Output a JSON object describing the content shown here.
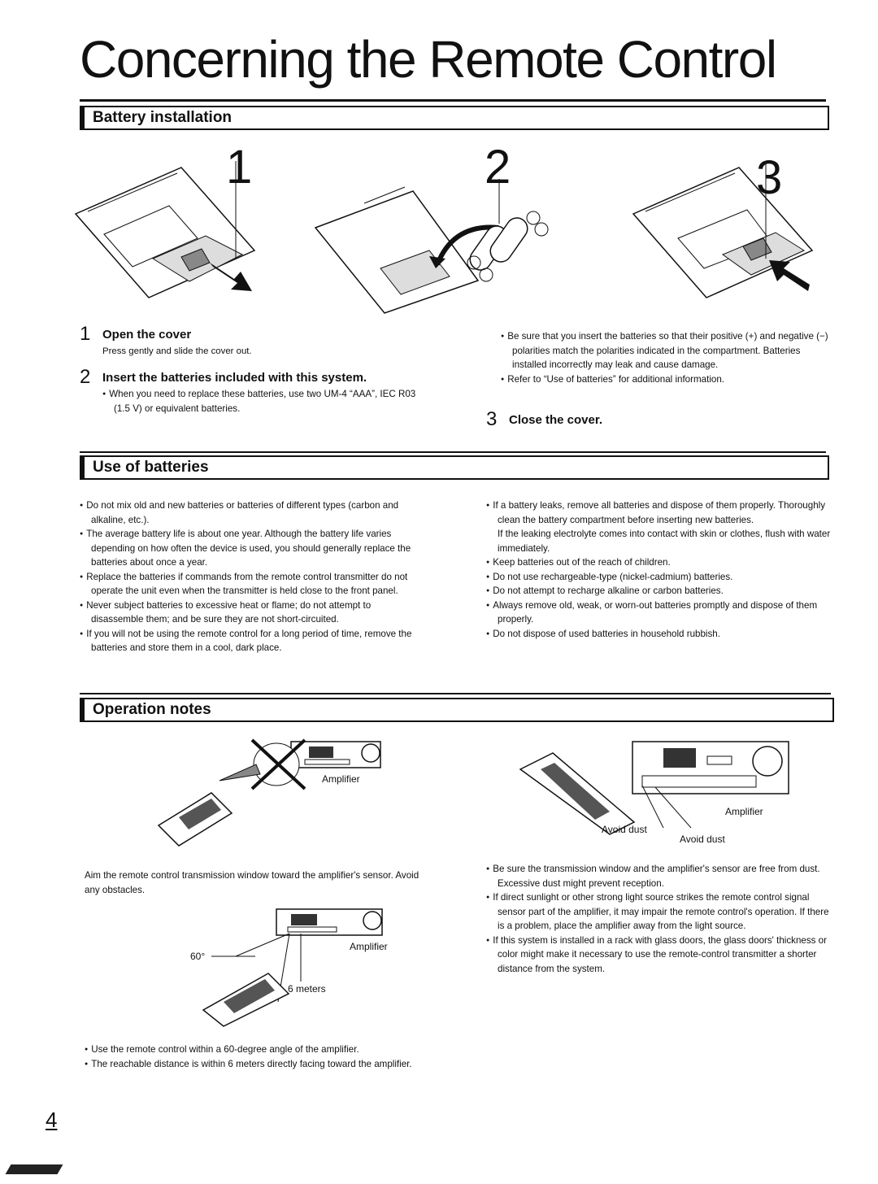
{
  "page": {
    "title": "Concerning the Remote Control",
    "page_number": "4"
  },
  "battery": {
    "heading": "Battery installation",
    "figure_numbers": [
      "1",
      "2",
      "3"
    ],
    "step1": {
      "num": "1",
      "title": "Open the cover",
      "text": "Press gently and slide the cover out."
    },
    "step2": {
      "num": "2",
      "title": "Insert the batteries included with this system.",
      "text": "When you need to replace these batteries, use two UM-4 “AAA”, IEC R03 (1.5 V) or equivalent batteries."
    },
    "step3": {
      "num": "3",
      "title": "Close the cover."
    },
    "notes": [
      "Be sure that you insert the batteries so that their positive (+) and negative (−) polarities match the polarities indicated in the compartment. Batteries installed incorrectly may leak and cause damage.",
      "Refer to “Use of batteries” for additional information."
    ]
  },
  "use_of_batteries": {
    "heading": "Use of batteries",
    "left": [
      "Do not mix old and new batteries or batteries of different types (carbon and alkaline, etc.).",
      "The average battery life is about one year. Although the battery life varies depending on how often the device is used, you should generally replace the batteries about once a year.",
      "Replace the batteries if commands from the remote control transmitter do not operate the unit even when the transmitter is held close to the front panel.",
      "Never subject batteries to excessive heat or flame; do not attempt to disassemble them; and be sure they are not short-circuited.",
      "If you will not be using the remote control for a long period of time, remove the batteries and store them in a cool, dark place."
    ],
    "right": [
      "If a battery leaks, remove all batteries and dispose of them properly. Thoroughly clean the battery compartment before inserting new batteries.",
      "If the leaking electrolyte comes into contact with skin or clothes, flush with water immediately.",
      "Keep batteries out of the reach of children.",
      "Do not use rechargeable-type (nickel-cadmium) batteries.",
      "Do not attempt to recharge alkaline or carbon batteries.",
      "Always remove old, weak, or worn-out batteries promptly and dispose of them properly.",
      "Do not dispose of used batteries in household rubbish."
    ]
  },
  "operation": {
    "heading": "Operation notes",
    "fig_label_amplifier": "Amplifier",
    "fig_label_avoid_dust": "Avoid dust",
    "fig_label_angle": "60°",
    "fig_label_distance": "6 meters",
    "aim_text": "Aim the remote control transmission window toward the amplifier's sensor. Avoid any obstacles.",
    "range_notes": [
      "Use the remote control within a 60-degree angle of the amplifier.",
      "The reachable distance is within 6 meters directly facing toward the amplifier."
    ],
    "right_notes": [
      "Be sure the transmission window and the amplifier's sensor are free from dust. Excessive dust might prevent reception.",
      "If direct sunlight or other strong light source strikes the remote control signal sensor part of the amplifier, it may impair the remote control's operation. If there is a problem, place the amplifier away from the light source.",
      "If this system is installed in a rack with glass doors, the glass doors' thickness or color might make it necessary to use the remote-control transmitter a shorter distance from the system."
    ]
  }
}
